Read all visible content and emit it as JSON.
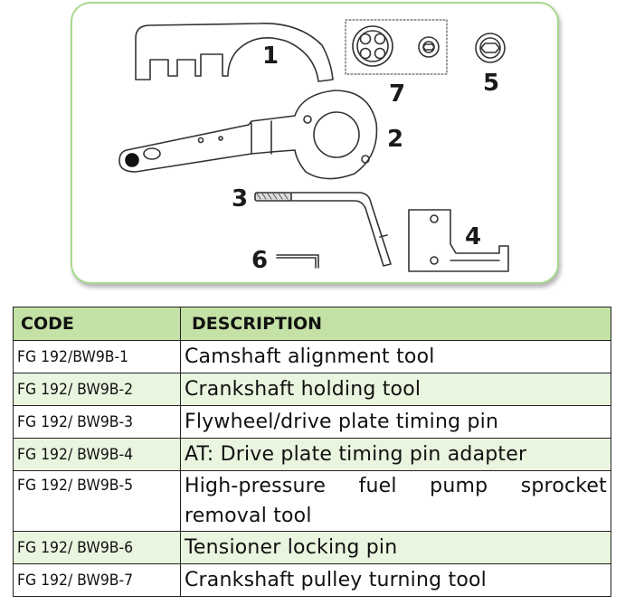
{
  "tools": [
    {
      "num": "1",
      "name": "camshaft-alignment-tool"
    },
    {
      "num": "2",
      "name": "crankshaft-holding-tool"
    },
    {
      "num": "3",
      "name": "flywheel-timing-pin"
    },
    {
      "num": "4",
      "name": "drive-plate-timing-pin-adapter"
    },
    {
      "num": "5",
      "name": "fuel-pump-sprocket-removal-tool"
    },
    {
      "num": "6",
      "name": "tensioner-locking-pin"
    },
    {
      "num": "7",
      "name": "crankshaft-pulley-turning-tool"
    }
  ],
  "table": {
    "headers": {
      "code": "CODE",
      "description": "DESCRIPTION"
    },
    "rows": [
      {
        "code": "FG 192/BW9B-1",
        "description": "Camshaft alignment tool"
      },
      {
        "code": "FG 192/ BW9B-2",
        "description": "Crankshaft holding tool"
      },
      {
        "code": "FG 192/ BW9B-3",
        "description": "Flywheel/drive plate timing pin"
      },
      {
        "code": "FG 192/ BW9B-4",
        "description": "AT: Drive plate timing pin adapter"
      },
      {
        "code": "FG 192/ BW9B-5",
        "description": "High-pressure fuel pump sprocket removal tool"
      },
      {
        "code": "FG 192/ BW9B-6",
        "description": "Tensioner locking pin"
      },
      {
        "code": "FG 192/ BW9B-7",
        "description": "Crankshaft pulley turning tool"
      }
    ]
  }
}
